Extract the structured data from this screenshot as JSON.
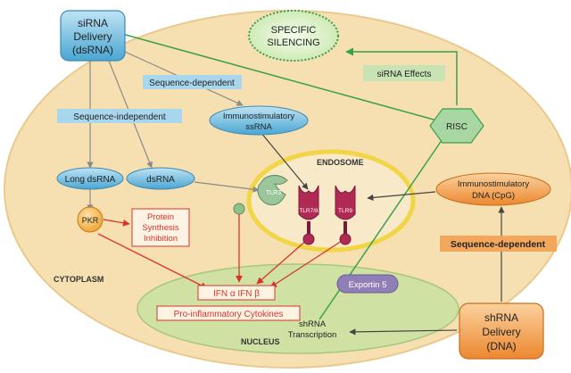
{
  "sirna_delivery": {
    "line1": "siRNA",
    "line2": "Delivery",
    "line3": "(dsRNA)"
  },
  "shrna_delivery": {
    "line1": "shRNA",
    "line2": "Delivery",
    "line3": "(DNA)"
  },
  "specific_silencing": {
    "line1": "SPECIFIC",
    "line2": "SILENCING"
  },
  "sirna_effects": "siRNA Effects",
  "risc": "RISC",
  "sequence_dependent_top": "Sequence-dependent",
  "sequence_independent": "Sequence-independent",
  "sequence_dependent_right": "Sequence-dependent",
  "immunostimulatory_ssrna": {
    "line1": "Immunostimulatory",
    "line2": "ssRNA"
  },
  "immunostimulatory_dna": {
    "line1": "Immunostimulatory",
    "line2": "DNA (CpG)"
  },
  "long_dsrna": "Long dsRNA",
  "dsrna": "dsRNA",
  "pkr": "PKR",
  "protein_synthesis_inhibition": {
    "line1": "Protein",
    "line2": "Synthesis",
    "line3": "Inhibition"
  },
  "endosome": "ENDOSOME",
  "tlr3": "TLR3",
  "tlr78": "TLR7/8",
  "tlr9": "TLR9",
  "cytoplasm": "CYTOPLASM",
  "nucleus": "NUCLEUS",
  "exportin5": "Exportin 5",
  "ifn": "IFN α  IFN β",
  "cytokines": "Pro-inflammatory Cytokines",
  "shrna_transcription": {
    "line1": "shRNA",
    "line2": "Transcription"
  },
  "colors": {
    "cell": "#f6dfb0",
    "blue_box": "#5fb6dd",
    "green": "#3aa14a",
    "orange": "#ee8a2f",
    "red": "#d9342a",
    "endosome_ring": "#f1d547",
    "nucleus": "#cfe2a4",
    "tlr": "#b02a55",
    "exportin": "#8f7fb6"
  }
}
